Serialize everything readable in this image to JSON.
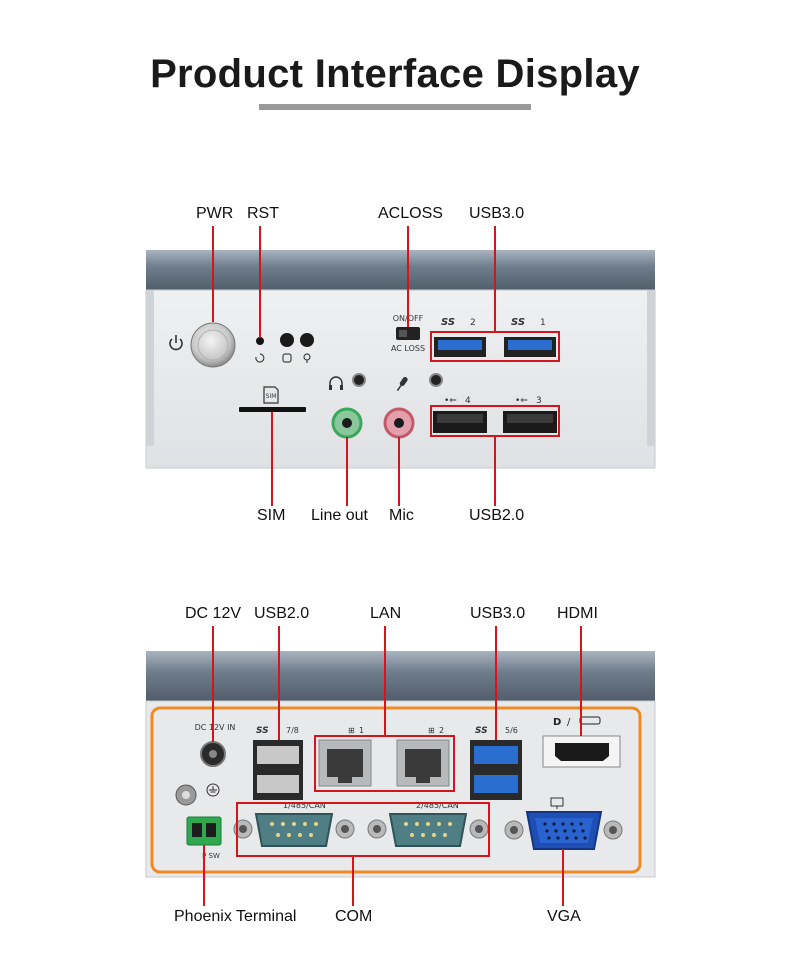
{
  "title": "Product Interface Display",
  "front": {
    "labels": {
      "pwr": "PWR",
      "rst": "RST",
      "acloss": "ACLOSS",
      "usb30": "USB3.0",
      "sim": "SIM",
      "lineout": "Line out",
      "mic": "Mic",
      "usb20": "USB2.0"
    },
    "panel_text": {
      "onoff": "ON/OFF",
      "acloss": "AC LOSS",
      "sim_icon": "SIM",
      "usb_port_2": "2",
      "usb_port_1": "1",
      "usb_port_4": "4",
      "usb_port_3": "3"
    }
  },
  "rear": {
    "labels": {
      "dc12v": "DC 12V",
      "usb20": "USB2.0",
      "lan": "LAN",
      "usb30": "USB3.0",
      "hdmi": "HDMI",
      "phoenix": "Phoenix Terminal",
      "com": "COM",
      "vga": "VGA"
    },
    "panel_text": {
      "dc_in": "DC 12V IN",
      "usb_78": "7/8",
      "lan_1": "1",
      "lan_2": "2",
      "usb_56": "5/6",
      "com_1": "1/485/CAN",
      "com_2": "2/485/CAN",
      "psw": "P SW"
    }
  },
  "colors": {
    "callout_red": "#d4161c",
    "rear_frame_orange": "#f08a24",
    "chassis_top": "#7d8a99",
    "panel_face": "#e9eaec",
    "usb3_blue": "#2a6fd0",
    "lineout_green": "#3aa85a",
    "mic_pink": "#d46a7a",
    "vga_blue": "#1f4fb5",
    "com_teal": "#3d6f74"
  }
}
